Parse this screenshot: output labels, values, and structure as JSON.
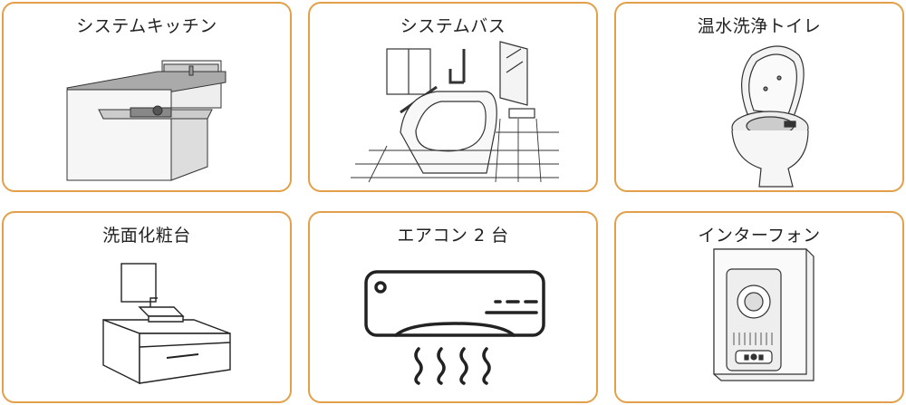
{
  "accent_color": "#e3a04a",
  "cards": [
    {
      "label": "システムキッチン",
      "icon": "system-kitchen-icon"
    },
    {
      "label": "システムバス",
      "icon": "system-bath-icon"
    },
    {
      "label": "温水洗浄トイレ",
      "icon": "washlet-toilet-icon"
    },
    {
      "label": "洗面化粧台",
      "icon": "vanity-unit-icon"
    },
    {
      "label": "エアコン 2 台",
      "icon": "air-conditioner-icon"
    },
    {
      "label": "インターフォン",
      "icon": "intercom-icon"
    }
  ]
}
